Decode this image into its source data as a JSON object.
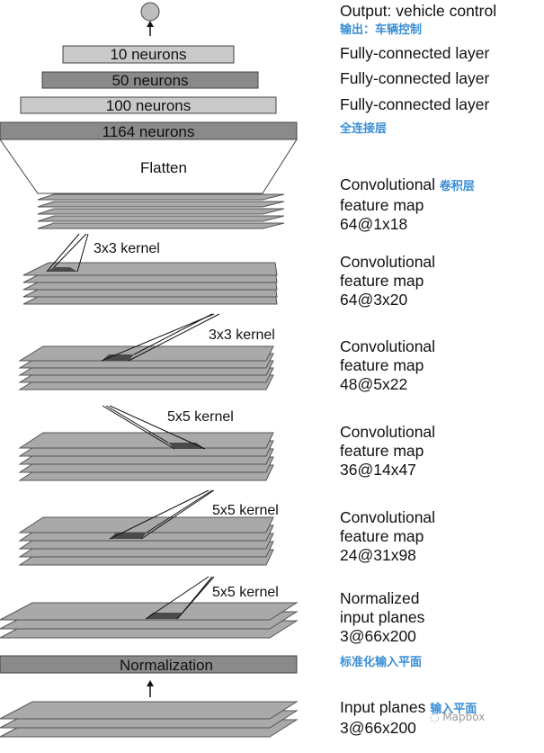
{
  "diagram": {
    "output": {
      "label": "Output: vehicle control",
      "label_cn": "输出：车辆控制"
    },
    "dense_layers": [
      {
        "neurons_label": "10 neurons",
        "right_label": "Fully-connected layer",
        "right_label_cn": ""
      },
      {
        "neurons_label": "50 neurons",
        "right_label": "Fully-connected layer",
        "right_label_cn": ""
      },
      {
        "neurons_label": "100 neurons",
        "right_label": "Fully-connected layer",
        "right_label_cn": ""
      },
      {
        "neurons_label": "1164 neurons",
        "right_label": "",
        "right_label_cn": "全连接层"
      }
    ],
    "flatten_label": "Flatten",
    "conv_layers": [
      {
        "line1": "Convolutional",
        "line1_cn": "卷积层",
        "line2": "feature map",
        "line3": "64@1x18",
        "kernel": "3x3 kernel"
      },
      {
        "line1": "Convolutional",
        "line1_cn": "",
        "line2": "feature map",
        "line3": "64@3x20",
        "kernel": "3x3 kernel"
      },
      {
        "line1": "Convolutional",
        "line1_cn": "",
        "line2": "feature map",
        "line3": "48@5x22",
        "kernel": "5x5 kernel"
      },
      {
        "line1": "Convolutional",
        "line1_cn": "",
        "line2": "feature map",
        "line3": "36@14x47",
        "kernel": "5x5 kernel"
      },
      {
        "line1": "Convolutional",
        "line1_cn": "",
        "line2": "feature map",
        "line3": "24@31x98",
        "kernel": "5x5 kernel"
      }
    ],
    "normalized": {
      "line1": "Normalized",
      "line2": "input planes",
      "line3": "3@66x200"
    },
    "normalization": {
      "label": "Normalization",
      "label_cn": "标准化输入平面"
    },
    "input": {
      "line1": "Input planes",
      "line1_cn": "输入平面",
      "line2": "3@66x200"
    },
    "watermark": "Mapbox"
  },
  "colors": {
    "plane_fill": "#a9a9a9",
    "plane_stroke": "#555555",
    "bar_light": "#c9c9c9",
    "bar_dark": "#8a8a8a",
    "kernel_patch": "#4a4a4a",
    "annotation_cn": "#3a8ed4"
  }
}
